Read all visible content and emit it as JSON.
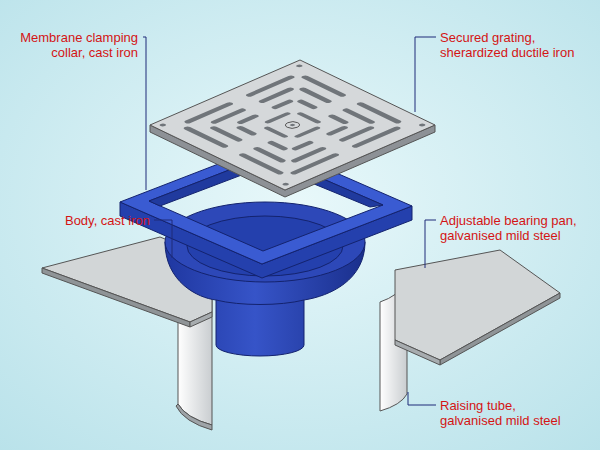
{
  "diagram": {
    "labels": [
      "Membrane clamping collar, cast iron",
      "Secured grating, sherardized ductile iron",
      "Body, cast iron",
      "Adjustable bearing pan, galvanised mild steel",
      "Raising tube, galvanised mild steel"
    ]
  }
}
